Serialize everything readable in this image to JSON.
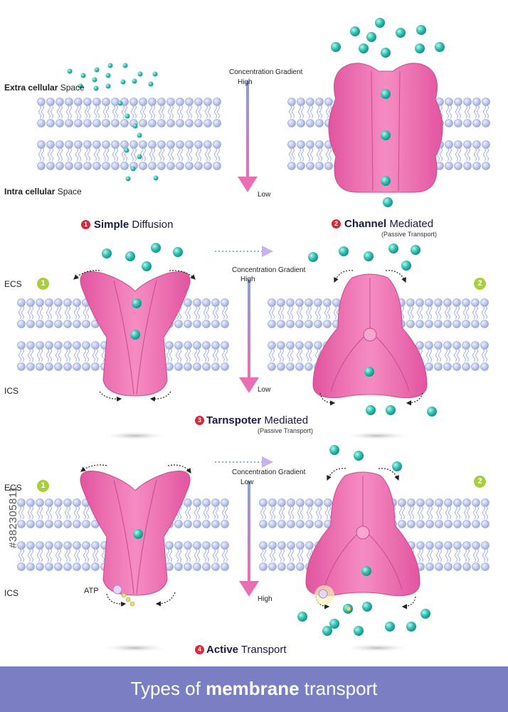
{
  "sections": {
    "simple": {
      "number": "1",
      "title_bold": "Simple",
      "title_rest": " Diffusion",
      "extracellular_bold": "Extra cellular",
      "extracellular_rest": " Space",
      "intracellular_bold": "Intra cellular",
      "intracellular_rest": " Space"
    },
    "channel": {
      "number": "2",
      "title_bold": "Channel",
      "title_rest": " Mediated",
      "subtitle": "(Passive Transport)"
    },
    "transporter": {
      "number": "3",
      "title_bold": "Tarnspoter",
      "title_rest": " Mediated",
      "subtitle": "(Passive Transport)",
      "ecs": "ECS",
      "ics": "ICS",
      "step1": "1",
      "step2": "2"
    },
    "active": {
      "number": "4",
      "title_bold": "Active",
      "title_rest": " Transport",
      "ecs": "ECS",
      "ics": "ICS",
      "step1": "1",
      "step2": "2",
      "atp": "ATP"
    }
  },
  "gradients": [
    {
      "label_bold": "Concentration",
      "label_rest": " Gradient",
      "top": "High",
      "bottom": "Low"
    },
    {
      "label_bold": "Concentration",
      "label_rest": " Gradient",
      "top": "High",
      "bottom": "Low"
    },
    {
      "label_bold": "Concentration",
      "label_rest": " Gradient",
      "top": "Low",
      "bottom": "High"
    }
  ],
  "footer": {
    "pre": "Types of ",
    "bold": "membrane",
    "post": " transport"
  },
  "watermark": "#382305811",
  "colors": {
    "protein": "#ee6fb0",
    "protein_dark": "#c94a8e",
    "molecule": "#20b5a8",
    "lipid_head": "#a9b7e6",
    "gradient_top": "#8a9fe0",
    "gradient_bottom": "#e86fb3",
    "badge_red": "#d62839",
    "badge_green": "#a7cf3a",
    "footer_bg": "#7a7fc4"
  }
}
